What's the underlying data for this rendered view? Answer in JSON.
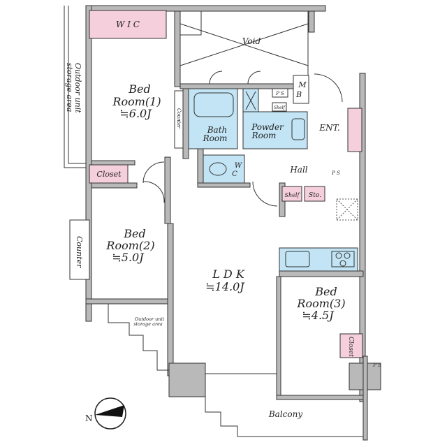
{
  "rooms": {
    "wic": "W I C",
    "void": "Void",
    "outdoor_unit_top": [
      "Outdoor unit",
      "storage area"
    ],
    "bedroom1": {
      "name": "Bed",
      "name2": "Room(1)",
      "size": "≒6.0J"
    },
    "counter1": "Counter",
    "bath": {
      "line1": "Bath",
      "line2": "Room"
    },
    "powder": {
      "line1": "Powder",
      "line2": "Room"
    },
    "ps1": "P S",
    "shelf1": "Shelf",
    "mb": {
      "line1": "M",
      "line2": "B"
    },
    "ent": "ENT.",
    "wc": {
      "line1": "W",
      "line2": "C"
    },
    "hall": "Hall",
    "ps2": "P S",
    "shelf2": "Shelf",
    "sto": "Sto.",
    "closet1": "Closet",
    "bedroom2": {
      "name": "Bed",
      "name2": "Room(2)",
      "size": "≒5.0J"
    },
    "counter2": "Counter",
    "outdoor_unit_bottom": [
      "Outdoor unit",
      "storage area"
    ],
    "ldk": {
      "name": "L D K",
      "size": "≒14.0J"
    },
    "bedroom3": {
      "name": "Bed",
      "name2": "Room(3)",
      "size": "≒4.5J"
    },
    "closet3": "Closet",
    "ps3": "P S",
    "balcony": "Balcony"
  },
  "compass": {
    "north_label": "N"
  },
  "colors": {
    "wall": "#b9b9b9",
    "storage": "#f5cfdb",
    "wet": "#c2e4f4",
    "line": "#333333"
  }
}
